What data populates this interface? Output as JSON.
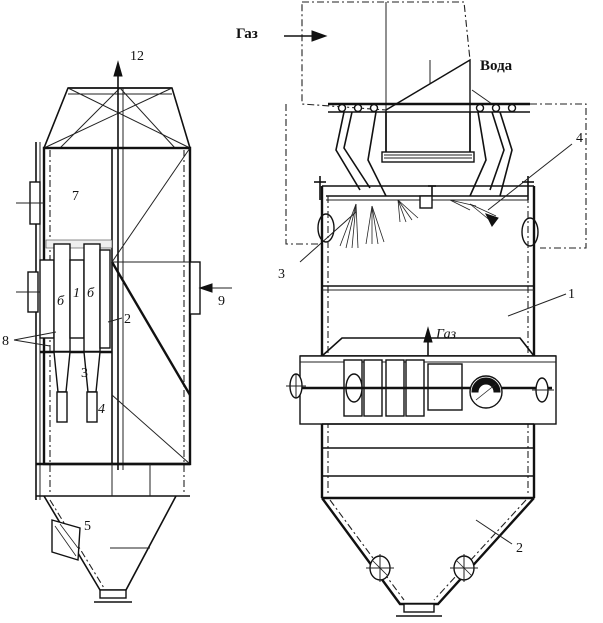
{
  "left_apparatus": {
    "labels": {
      "outlet": "12",
      "inlet_upper": "7",
      "inlet_right": "9",
      "pipe_b1": "б",
      "pipe_1": "1",
      "pipe_b2": "б",
      "tube_2": "2",
      "cone_3": "3",
      "bottom_4": "4",
      "side_8": "8",
      "hopper_5": "5"
    }
  },
  "right_apparatus": {
    "flow_gas_in": "Газ",
    "flow_water": "Вода",
    "flow_gas_up": "Газ",
    "labels": {
      "body_1": "1",
      "cone_2": "2",
      "nozzle_3": "3",
      "spray_4": "4"
    }
  }
}
